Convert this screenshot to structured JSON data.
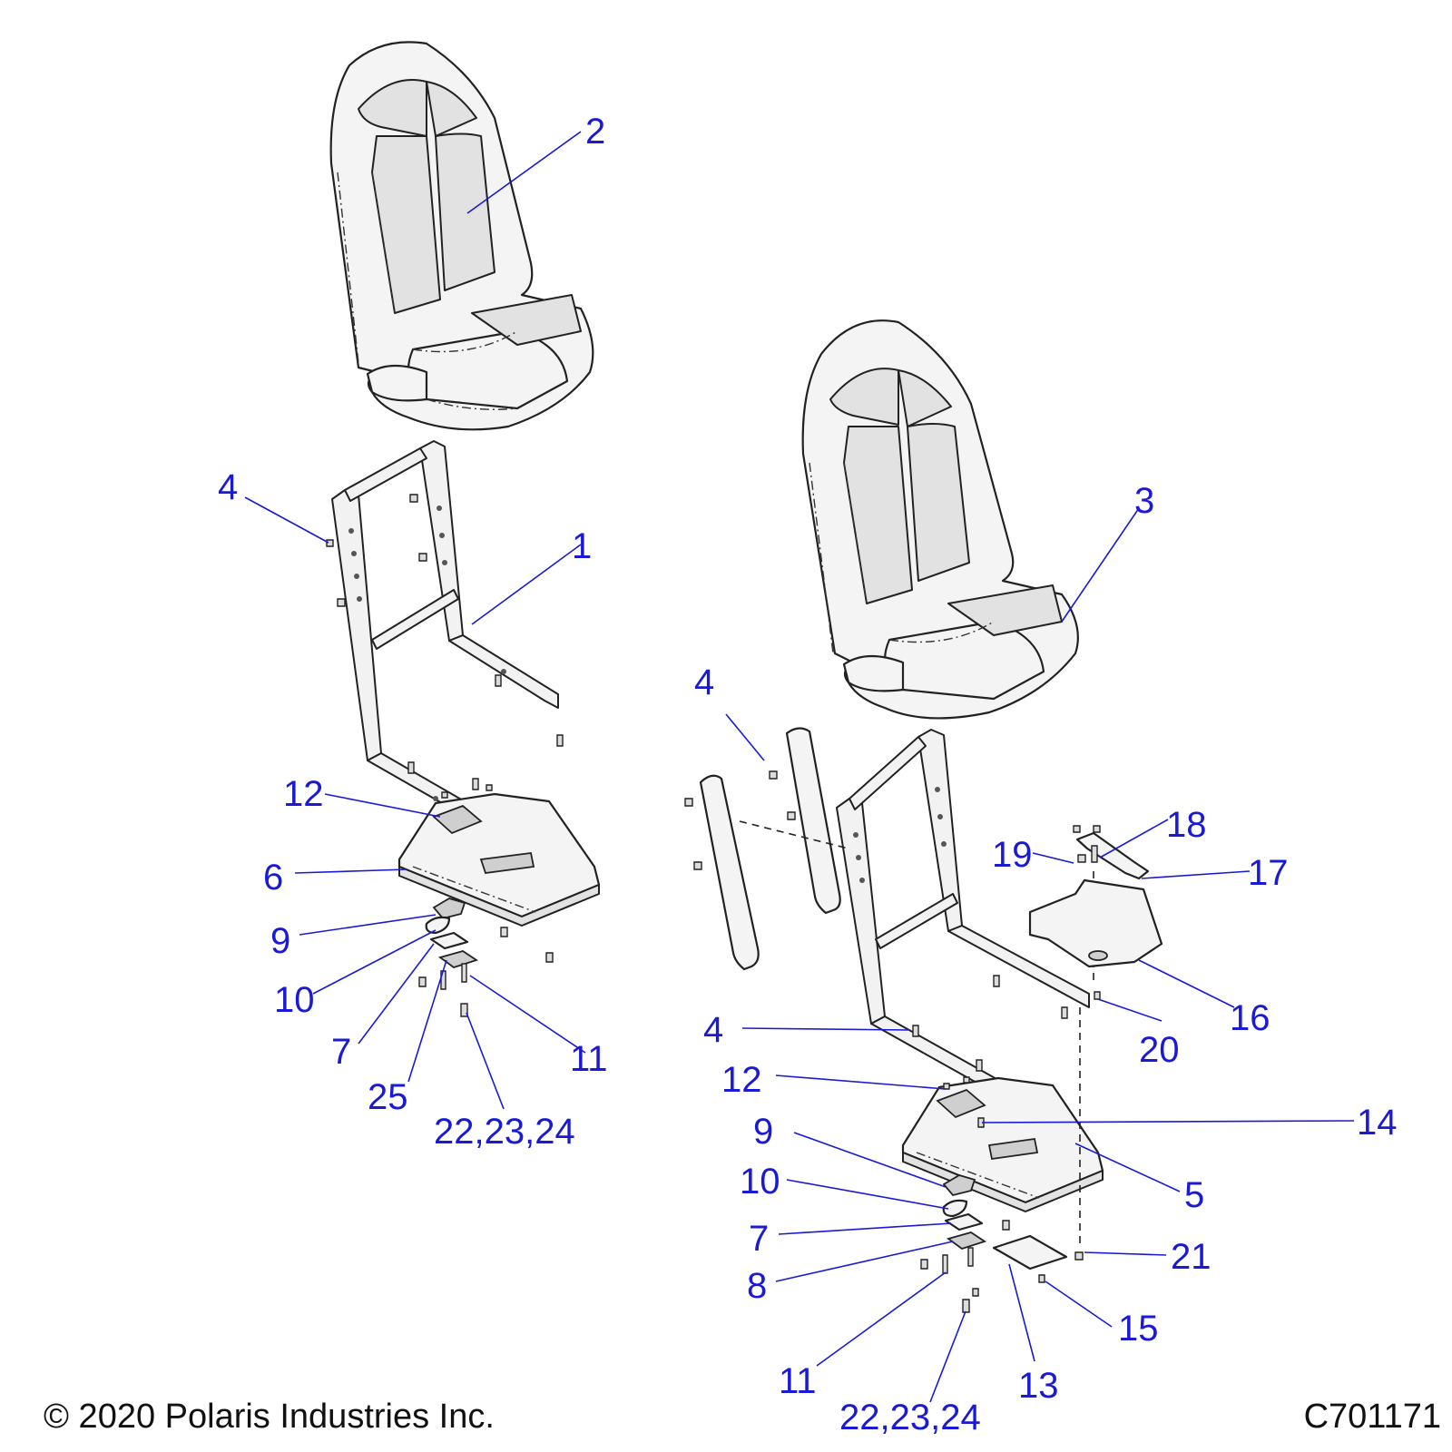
{
  "callouts": [
    {
      "id": "c2",
      "text": "2"
    },
    {
      "id": "c3",
      "text": "3"
    },
    {
      "id": "c4a",
      "text": "4"
    },
    {
      "id": "c1",
      "text": "1"
    },
    {
      "id": "c4b",
      "text": "4"
    },
    {
      "id": "c12a",
      "text": "12"
    },
    {
      "id": "c6",
      "text": "6"
    },
    {
      "id": "c9a",
      "text": "9"
    },
    {
      "id": "c10a",
      "text": "10"
    },
    {
      "id": "c7a",
      "text": "7"
    },
    {
      "id": "c25",
      "text": "25"
    },
    {
      "id": "c11a",
      "text": "11"
    },
    {
      "id": "c222324a",
      "text": "22,23,24"
    },
    {
      "id": "c18",
      "text": "18"
    },
    {
      "id": "c19",
      "text": "19"
    },
    {
      "id": "c17",
      "text": "17"
    },
    {
      "id": "c16",
      "text": "16"
    },
    {
      "id": "c20",
      "text": "20"
    },
    {
      "id": "c4c",
      "text": "4"
    },
    {
      "id": "c12b",
      "text": "12"
    },
    {
      "id": "c14",
      "text": "14"
    },
    {
      "id": "c9b",
      "text": "9"
    },
    {
      "id": "c5",
      "text": "5"
    },
    {
      "id": "c10b",
      "text": "10"
    },
    {
      "id": "c7b",
      "text": "7"
    },
    {
      "id": "c21",
      "text": "21"
    },
    {
      "id": "c8",
      "text": "8"
    },
    {
      "id": "c15",
      "text": "15"
    },
    {
      "id": "c11b",
      "text": "11"
    },
    {
      "id": "c13",
      "text": "13"
    },
    {
      "id": "c222324b",
      "text": "22,23,24"
    }
  ],
  "footer": {
    "copyright": "© 2020 Polaris Industries Inc.",
    "diagram_code": "C701171"
  },
  "colors": {
    "callout": "#1a1ad6",
    "line_art": "#222222",
    "background": "#ffffff"
  }
}
